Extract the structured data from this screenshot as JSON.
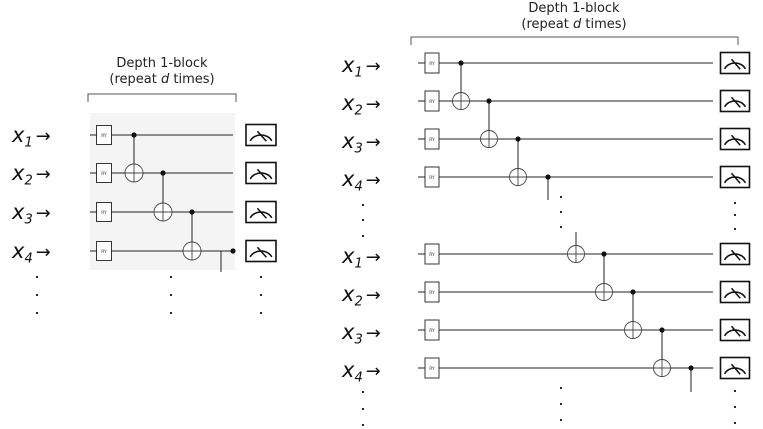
{
  "left_diagram": {
    "title_line1": "Depth 1-block",
    "title_line2_pre": "(repeat ",
    "title_line2_var": "d",
    "title_line2_post": " times)",
    "gate_label": "RY",
    "inputs": [
      {
        "var": "x",
        "sub": "1",
        "arrow": "→"
      },
      {
        "var": "x",
        "sub": "2",
        "arrow": "→"
      },
      {
        "var": "x",
        "sub": "3",
        "arrow": "→"
      },
      {
        "var": "x",
        "sub": "4",
        "arrow": "→"
      }
    ]
  },
  "right_diagram": {
    "title_line1": "Depth 1-block",
    "title_line2_pre": "(repeat ",
    "title_line2_var": "d",
    "title_line2_post": " times)",
    "gate_label": "RY",
    "inputs_top": [
      {
        "var": "x",
        "sub": "1",
        "arrow": "→"
      },
      {
        "var": "x",
        "sub": "2",
        "arrow": "→"
      },
      {
        "var": "x",
        "sub": "3",
        "arrow": "→"
      },
      {
        "var": "x",
        "sub": "4",
        "arrow": "→"
      }
    ],
    "inputs_bottom": [
      {
        "var": "x",
        "sub": "1",
        "arrow": "→"
      },
      {
        "var": "x",
        "sub": "2",
        "arrow": "→"
      },
      {
        "var": "x",
        "sub": "3",
        "arrow": "→"
      },
      {
        "var": "x",
        "sub": "4",
        "arrow": "→"
      }
    ]
  }
}
